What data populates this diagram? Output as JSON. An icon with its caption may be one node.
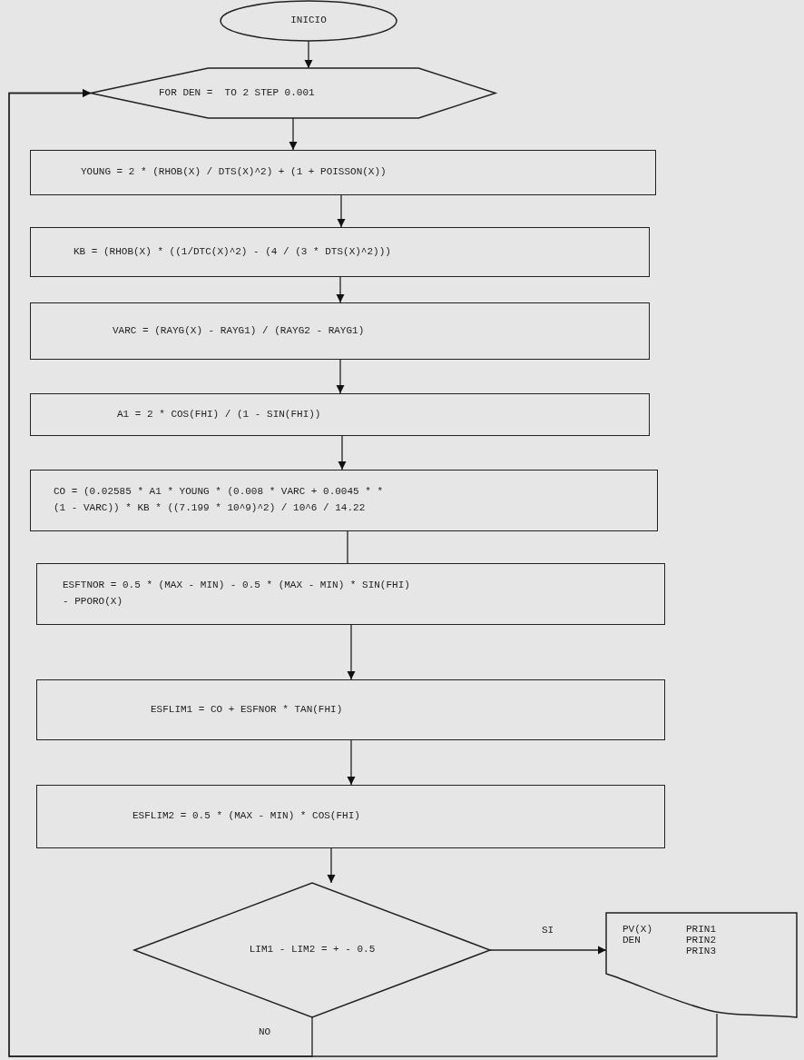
{
  "diagram": {
    "nodes": [
      {
        "text": [
          "INICIO"
        ]
      },
      {
        "text": [
          "FOR DEN =  TO 2 STEP 0.001"
        ]
      },
      {
        "text": [
          "YOUNG = 2 * (RHOB(X) / DTS(X)^2) + (1 + POISSON(X))"
        ]
      },
      {
        "text": [
          "KB = (RHOB(X) * ((1/DTC(X)^2) - (4 / (3 * DTS(X)^2)))"
        ]
      },
      {
        "text": [
          "VARC = (RAYG(X) - RAYG1) / (RAYG2 - RAYG1)"
        ]
      },
      {
        "text": [
          "A1 = 2 * COS(FHI) / (1 - SIN(FHI))"
        ]
      },
      {
        "text": [
          "CO = (0.02585 * A1 * YOUNG * (0.008 * VARC + 0.0045 * * (1 - VARC)) * KB * ((7.199 * 10^9)^2) / 10^6 / 14.22"
        ]
      },
      {
        "text": [
          "ESFTNOR = 0.5 * (MAX - MIN) - 0.5 * (MAX - MIN) * SIN(FHI) - PPORO(X)"
        ]
      },
      {
        "text": [
          "ESFLIM1 = CO + ESFNOR * TAN(FHI)"
        ]
      },
      {
        "text": [
          "ESFLIM2 = 0.5 * (MAX - MIN) * COS(FHI)"
        ]
      },
      {
        "text": [
          "LIM1 - LIM2 = + - 0.5"
        ]
      },
      {
        "text": [
          "PV(X)",
          "PRIN1",
          "DEN",
          "PRIN2",
          "PRIN3"
        ]
      }
    ],
    "edges": [
      {
        "from": 0,
        "to": 1,
        "arrow": "to"
      },
      {
        "from": 1,
        "to": 2,
        "arrow": "to"
      },
      {
        "from": 2,
        "to": 3,
        "arrow": "to"
      },
      {
        "from": 3,
        "to": 4,
        "arrow": "to"
      },
      {
        "from": 4,
        "to": 5,
        "arrow": "to"
      },
      {
        "from": 5,
        "to": 6,
        "arrow": "to"
      },
      {
        "from": 6,
        "to": 7,
        "arrow": "none"
      },
      {
        "from": 7,
        "to": 8,
        "arrow": "to"
      },
      {
        "from": 8,
        "to": 9,
        "arrow": "to"
      },
      {
        "from": 9,
        "to": 10,
        "arrow": "to"
      },
      {
        "from": 10,
        "to": 11,
        "label": "SI",
        "arrow": "to"
      },
      {
        "from": 10,
        "to": 1,
        "label": "NO",
        "arrow": "to"
      },
      {
        "from": 11,
        "to": 1,
        "arrow": "to"
      }
    ]
  }
}
